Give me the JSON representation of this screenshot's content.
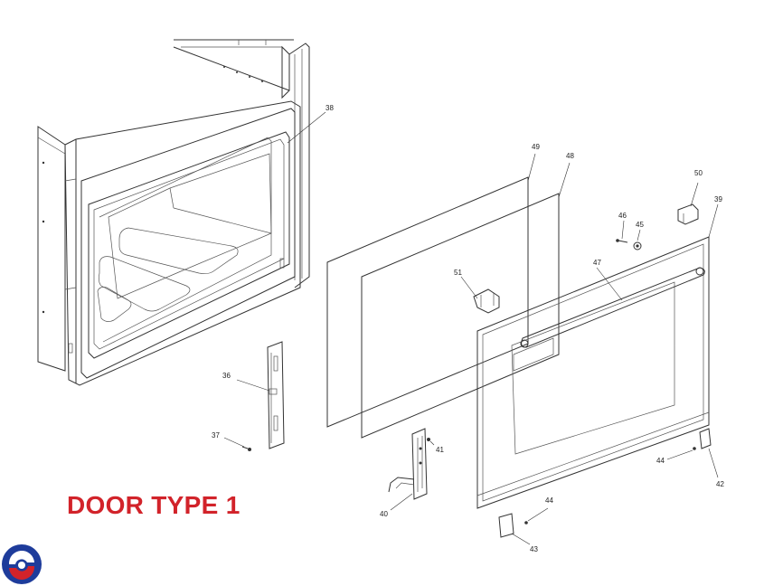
{
  "title": "DOOR TYPE 1",
  "colors": {
    "title": "#d2232a",
    "line": "#333333",
    "logo_blue": "#1e3c9b",
    "logo_red": "#d2232a"
  },
  "logo_icon": "brand-swirl-logo",
  "callouts": {
    "p36": "36",
    "p37": "37",
    "p38": "38",
    "p39": "39",
    "p40": "40",
    "p41": "41",
    "p42": "42",
    "p43": "43",
    "p44a": "44",
    "p44b": "44",
    "p45": "45",
    "p46": "46",
    "p47": "47",
    "p48": "48",
    "p49": "49",
    "p50": "50",
    "p51": "51"
  }
}
